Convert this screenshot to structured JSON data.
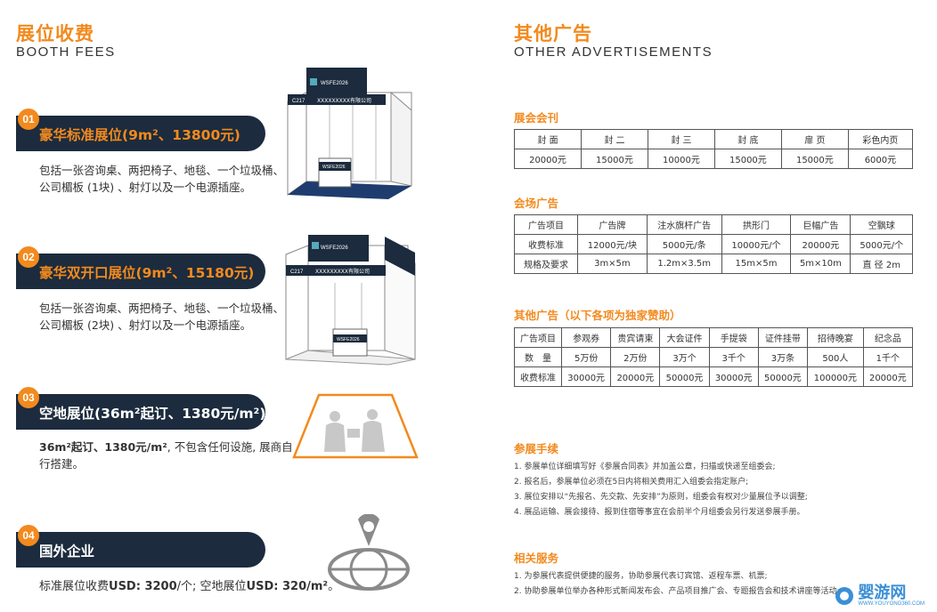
{
  "left": {
    "title_cn": "展位收费",
    "title_en": "BOOTH FEES",
    "items": [
      {
        "num": "01",
        "title": "豪华标准展位(9m²、13800元)",
        "desc1": "包括一张咨询桌、两把椅子、地毯、一个垃圾桶、",
        "desc2": "公司楣板 (1块) 、射灯以及一个电源插座。"
      },
      {
        "num": "02",
        "title": "豪华双开口展位(9m²、15180元)",
        "desc1": "包括一张咨询桌、两把椅子、地毯、一个垃圾桶、",
        "desc2": "公司楣板 (2块) 、射灯以及一个电源插座。"
      },
      {
        "num": "03",
        "title": "空地展位(36m²起订、1380元/m²)",
        "desc_bold": "36m²起订、1380元/m²",
        "desc_rest": ", 不包含任何设施, 展商自",
        "desc2": "行搭建。"
      },
      {
        "num": "04",
        "title": "国外企业",
        "desc_prefix": "标准展位收费",
        "desc_b1": "USD: 3200",
        "desc_mid": "/个; 空地展位",
        "desc_b2": "USD: 320/m²",
        "desc_end": "。"
      }
    ],
    "booth_sign_logo": "WSFE2026",
    "booth_sign_logo2": "WSFE2026",
    "booth_code": "C217",
    "booth_company": "XXXXXXXXX有限公司"
  },
  "right": {
    "title_cn": "其他广告",
    "title_en": "OTHER ADVERTISEMENTS",
    "s1": {
      "title": "展会会刊",
      "header": [
        "封 面",
        "封 二",
        "封 三",
        "封 底",
        "扉 页",
        "彩色内页"
      ],
      "row": [
        "20000元",
        "15000元",
        "10000元",
        "15000元",
        "15000元",
        "6000元"
      ]
    },
    "s2": {
      "title": "会场广告",
      "header": [
        "广告项目",
        "广告牌",
        "注水旗杆广告",
        "拱形门",
        "巨幅广告",
        "空飘球"
      ],
      "rows": [
        [
          "收费标准",
          "12000元/块",
          "5000元/条",
          "10000元/个",
          "20000元",
          "5000元/个"
        ],
        [
          "规格及要求",
          "3m×5m",
          "1.2m×3.5m",
          "15m×5m",
          "5m×10m",
          "直 径 2m"
        ]
      ]
    },
    "s3": {
      "title": "其他广告（以下各项为独家赞助）",
      "header": [
        "广告项目",
        "参观券",
        "贵宾请柬",
        "大会证件",
        "手提袋",
        "证件挂带",
        "招待晚宴",
        "纪念品"
      ],
      "rows": [
        [
          "数　量",
          "5万份",
          "2万份",
          "3万个",
          "3千个",
          "3万条",
          "500人",
          "1千个"
        ],
        [
          "收费标准",
          "30000元",
          "20000元",
          "50000元",
          "30000元",
          "50000元",
          "100000元",
          "20000元"
        ]
      ]
    },
    "s4": {
      "title": "参展手续",
      "items": [
        "1. 参展单位详细填写好《参展合同表》并加盖公章，扫描或快递至组委会;",
        "2. 报名后，参展单位必须在5日内将相关费用汇入组委会指定账户;",
        "3. 展位安排以“先报名、先交款、先安排”为原则，组委会有权对少量展位予以调整;",
        "4. 展品运输、展会接待、报到住宿等事宜在会前半个月组委会另行发送参展手册。"
      ]
    },
    "s5": {
      "title": "相关服务",
      "items": [
        "1. 为参展代表提供便捷的服务，协助参展代表订宾馆、返程车票、机票;",
        "2. 协助参展单位举办各种形式新闻发布会、产品项目推广会、专题报告会和技术讲座等活动;"
      ]
    }
  },
  "watermark": {
    "text": "婴游网",
    "sub": "WWW.YOUYONG360.COM"
  },
  "colors": {
    "accent": "#f28a1e",
    "navy": "#1c2b3d"
  }
}
